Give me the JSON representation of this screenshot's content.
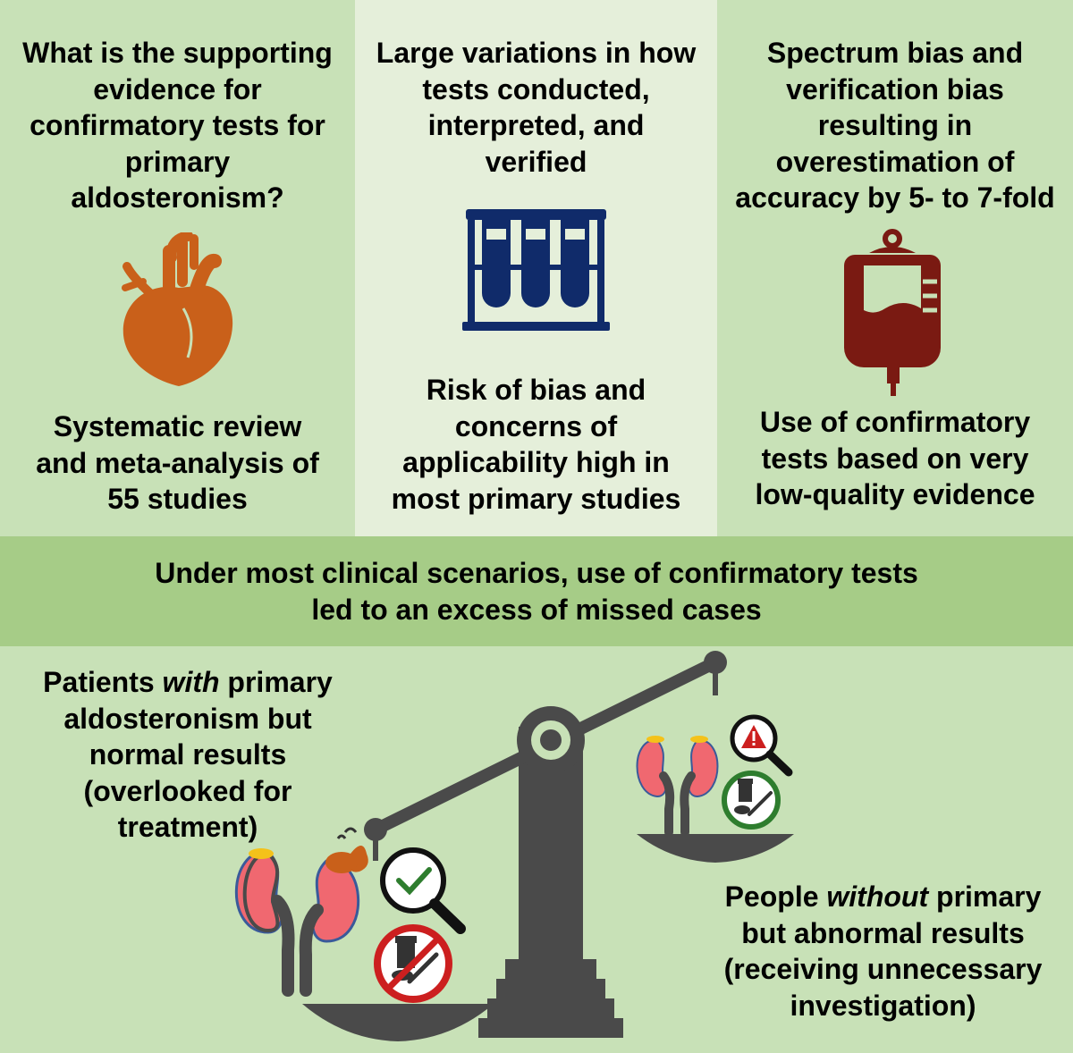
{
  "panels": [
    {
      "question": "What is the supporting\nevidence for\nconfirmatory tests for\nprimary\naldosteronism?",
      "finding": "Systematic review\nand meta-analysis of\n55 studies",
      "icon": "heart-icon",
      "color": "#c9601a"
    },
    {
      "question": "Large variations in how\ntests conducted,\ninterpreted, and\nverified",
      "finding": "Risk of bias and\nconcerns of\napplicability high in\nmost primary studies",
      "icon": "test-tubes-icon",
      "color": "#102b6a"
    },
    {
      "question": "Spectrum bias and\nverification bias\nresulting in\noverestimation of\naccuracy by 5- to 7-fold",
      "finding": "Use of confirmatory\ntests based on very\nlow-quality evidence",
      "icon": "blood-bag-icon",
      "color": "#7a1a12"
    }
  ],
  "banner": "Under most clinical scenarios, use of confirmatory tests\nled to an excess of missed cases",
  "left_group": {
    "pre": "Patients ",
    "emph": "with",
    "line1_post": " primary",
    "rest": [
      "aldosteronism but",
      "normal results",
      "(overlooked for",
      "treatment)"
    ]
  },
  "right_group": {
    "pre": "People ",
    "emph": "without",
    "line1_post": " primary",
    "rest": [
      "but abnormal results",
      "(receiving unnecessary",
      "investigation)"
    ]
  },
  "colors": {
    "scale": "#4a4a4a",
    "kidney": "#f06870",
    "check": "#2e7d2e",
    "prohibit": "#cc1f1f",
    "warning": "#cc1f1f"
  }
}
